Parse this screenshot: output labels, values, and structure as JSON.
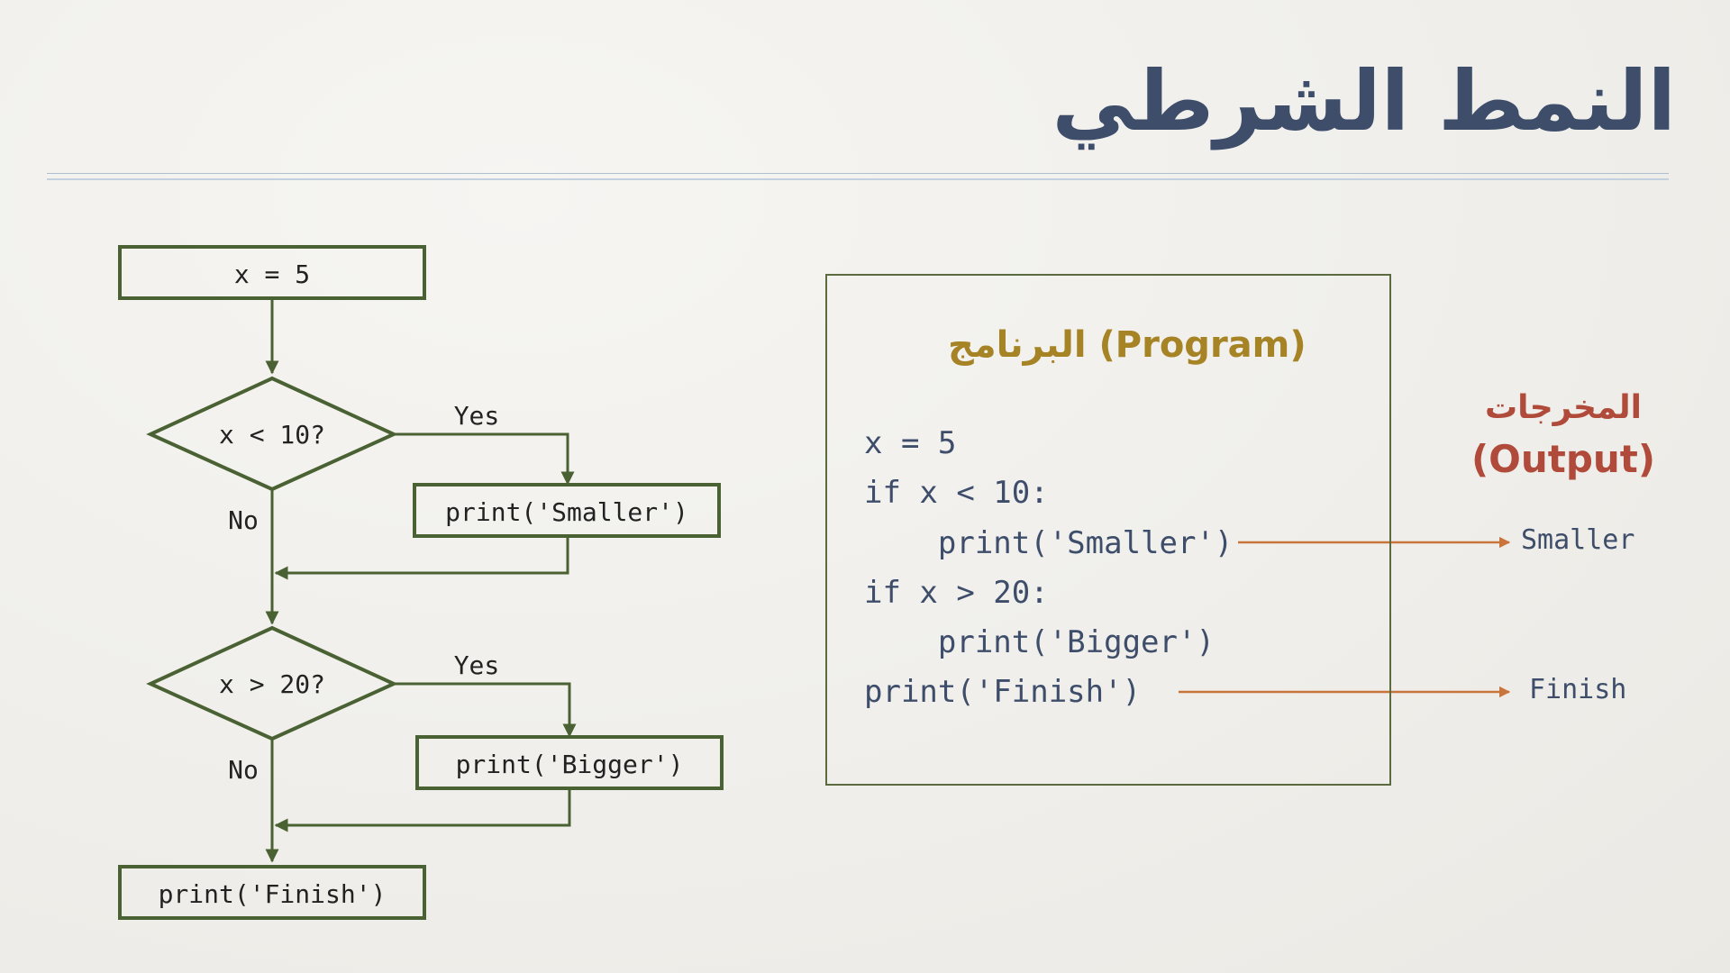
{
  "title": "النمط الشرطي",
  "flowchart": {
    "assign": "x = 5",
    "decision1": "x < 10?",
    "decision1_yes": "Yes",
    "decision1_no": "No",
    "action1": "print('Smaller')",
    "decision2": "x > 20?",
    "decision2_yes": "Yes",
    "decision2_no": "No",
    "action2": "print('Bigger')",
    "final": "print('Finish')"
  },
  "program": {
    "label": "البرنامج (Program)",
    "lines": [
      "x = 5",
      "if x < 10:",
      "    print('Smaller')",
      "if x > 20:",
      "    print('Bigger')",
      "print('Finish')"
    ]
  },
  "output": {
    "label_ar": "المخرجات",
    "label_en": "(Output)",
    "values": [
      "Smaller",
      "Finish"
    ]
  },
  "colors": {
    "title": "#3d4d6a",
    "flow_stroke": "#4a6133",
    "program_label": "#a68324",
    "output_label": "#b04a3a",
    "arrow": "#c9743a",
    "code_text": "#3d4d6a"
  }
}
